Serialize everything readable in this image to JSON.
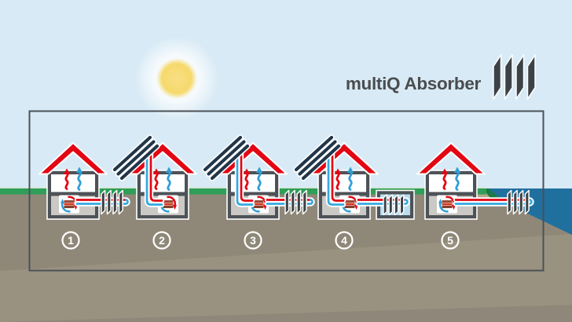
{
  "brand": {
    "title": "multiQ Absorber",
    "logo_icon": "absorber-bars-icon"
  },
  "diagram": {
    "frame": "variant-comparison-frame",
    "houses": [
      {
        "number": "1",
        "absorber_variant": "ground-absorber-beside-house"
      },
      {
        "number": "2",
        "absorber_variant": "roof-absorber"
      },
      {
        "number": "3",
        "absorber_variant": "roof-absorber-plus-ground-absorber"
      },
      {
        "number": "4",
        "absorber_variant": "roof-absorber-plus-cistern-absorber"
      },
      {
        "number": "5",
        "absorber_variant": "sea-water-absorber"
      }
    ]
  },
  "colors": {
    "sky": "#d8eaf5",
    "sun": "#f7da70",
    "grass": "#2f9e58",
    "ground": "#8f8879",
    "ground_light": "#9a9280",
    "sand": "#b2a88f",
    "water": "#20709f",
    "roof": "#e30613",
    "pipe_hot": "#e30613",
    "pipe_cold": "#35aadf",
    "wall": "#4d5257",
    "basement": "#cbc9c5",
    "absorber": "#3d4247",
    "frame": "#4b5157",
    "text": "#4a4c4e"
  }
}
